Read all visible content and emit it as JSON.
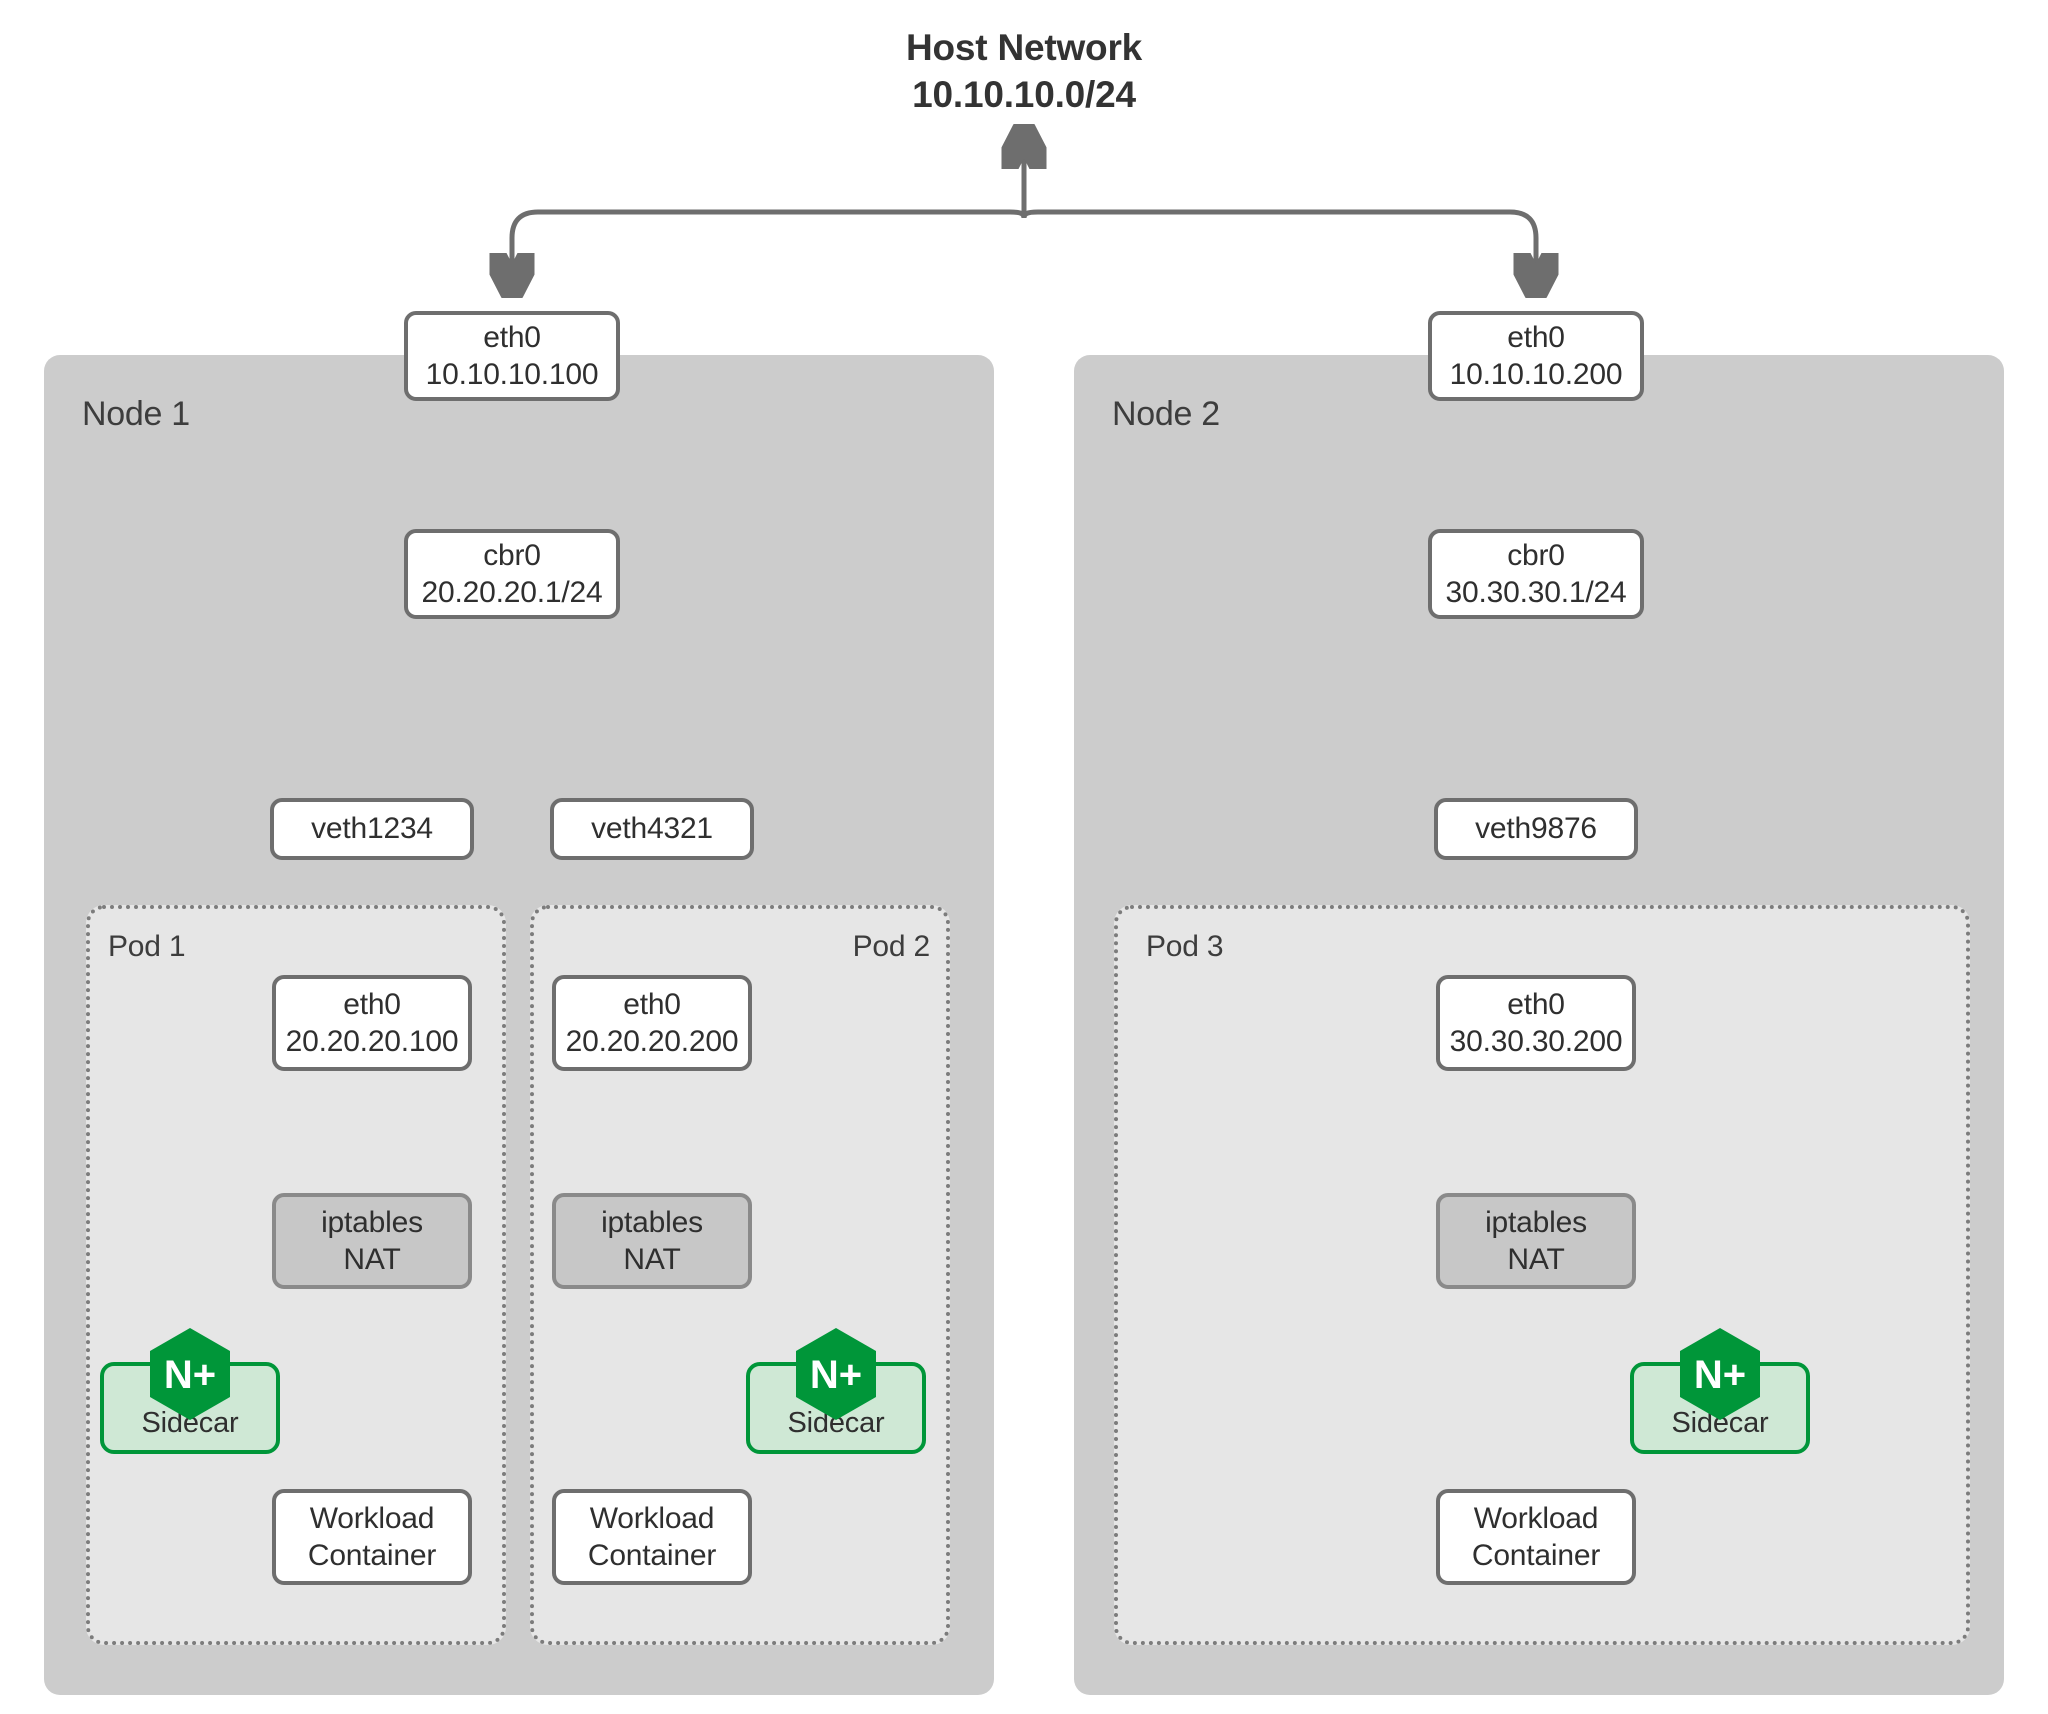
{
  "diagram": {
    "title_line1": "Host Network",
    "title_line2": "10.10.10.0/24",
    "accent_green": "#009639",
    "sidecar_fill": "#cfe8d5",
    "node_fill": "#cccccc",
    "pod_fill": "#e6e6e6",
    "line_color": "#6e6e6e"
  },
  "nodes": [
    {
      "label": "Node 1",
      "eth0_name": "eth0",
      "eth0_ip": "10.10.10.100",
      "bridge_name": "cbr0",
      "bridge_ip": "20.20.20.1/24",
      "veths": [
        "veth1234",
        "veth4321"
      ]
    },
    {
      "label": "Node 2",
      "eth0_name": "eth0",
      "eth0_ip": "10.10.10.200",
      "bridge_name": "cbr0",
      "bridge_ip": "30.30.30.1/24",
      "veths": [
        "veth9876"
      ]
    }
  ],
  "pods": [
    {
      "label": "Pod 1",
      "eth0_name": "eth0",
      "eth0_ip": "20.20.20.100",
      "nat_line1": "iptables",
      "nat_line2": "NAT",
      "sidecar_label": "Sidecar",
      "sidecar_logo": "N+",
      "workload_line1": "Workload",
      "workload_line2": "Container"
    },
    {
      "label": "Pod 2",
      "eth0_name": "eth0",
      "eth0_ip": "20.20.20.200",
      "nat_line1": "iptables",
      "nat_line2": "NAT",
      "sidecar_label": "Sidecar",
      "sidecar_logo": "N+",
      "workload_line1": "Workload",
      "workload_line2": "Container"
    },
    {
      "label": "Pod 3",
      "eth0_name": "eth0",
      "eth0_ip": "30.30.30.200",
      "nat_line1": "iptables",
      "nat_line2": "NAT",
      "sidecar_label": "Sidecar",
      "sidecar_logo": "N+",
      "workload_line1": "Workload",
      "workload_line2": "Container"
    }
  ]
}
